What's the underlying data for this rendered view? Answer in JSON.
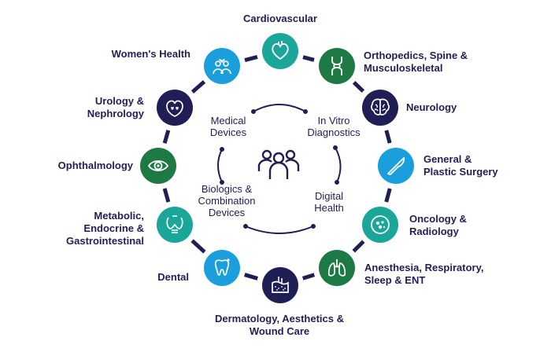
{
  "center_icon": "people-group-icon",
  "inner_labels": {
    "medical_devices": "Medical\nDevices",
    "ivd": "In Vitro\nDiagnostics",
    "biologics": "Biologics &\nCombination\nDevices",
    "digital_health": "Digital\nHealth"
  },
  "specialties": [
    {
      "label": "Cardiovascular",
      "icon": "heart-icon",
      "color": "#1aa79a"
    },
    {
      "label": "Orthopedics, Spine &\nMusculoskeletal",
      "icon": "joint-icon",
      "color": "#1e7a45"
    },
    {
      "label": "Neurology",
      "icon": "brain-icon",
      "color": "#1f1f55"
    },
    {
      "label": "General &\nPlastic Surgery",
      "icon": "scalpel-icon",
      "color": "#1b9fdc"
    },
    {
      "label": "Oncology &\nRadiology",
      "icon": "cell-icon",
      "color": "#1aa79a"
    },
    {
      "label": "Anesthesia, Respiratory,\nSleep & ENT",
      "icon": "lungs-icon",
      "color": "#1e7a45"
    },
    {
      "label": "Dermatology, Aesthetics &\nWound Care",
      "icon": "skin-icon",
      "color": "#1f1f55"
    },
    {
      "label": "Dental",
      "icon": "tooth-icon",
      "color": "#1b9fdc"
    },
    {
      "label": "Metabolic,\nEndocrine &\nGastrointestinal",
      "icon": "thyroid-icon",
      "color": "#1aa79a"
    },
    {
      "label": "Ophthalmology",
      "icon": "eye-icon",
      "color": "#1e7a45"
    },
    {
      "label": "Urology &\nNephrology",
      "icon": "kidney-icon",
      "color": "#1f1f55"
    },
    {
      "label": "Women's Health",
      "icon": "women-icon",
      "color": "#1b9fdc"
    }
  ]
}
